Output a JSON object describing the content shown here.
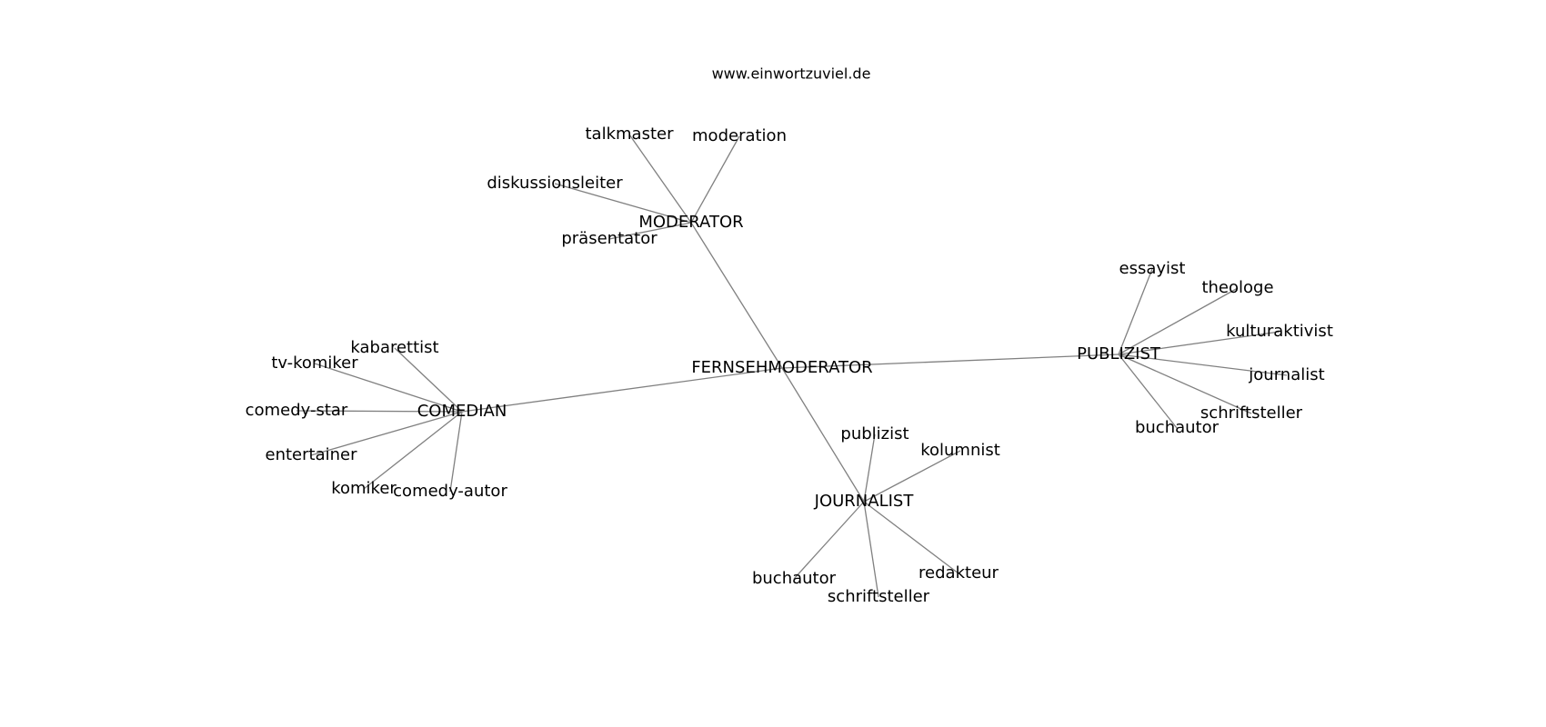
{
  "watermark": "www.einwortzuviel.de",
  "graph": {
    "root": "FERNSEHMODERATOR",
    "hubs": [
      {
        "id": "MODERATOR",
        "children": [
          "talkmaster",
          "moderation",
          "diskussionsleiter",
          "präsentator"
        ]
      },
      {
        "id": "COMEDIAN",
        "children": [
          "kabarettist",
          "tv-komiker",
          "comedy-star",
          "entertainer",
          "komiker",
          "comedy-autor"
        ]
      },
      {
        "id": "PUBLIZIST",
        "children": [
          "essayist",
          "theologe",
          "kulturaktivist",
          "journalist",
          "schriftsteller",
          "buchautor"
        ]
      },
      {
        "id": "JOURNALIST",
        "children": [
          "publizist",
          "kolumnist",
          "redakteur",
          "schriftsteller",
          "buchautor"
        ]
      }
    ]
  }
}
